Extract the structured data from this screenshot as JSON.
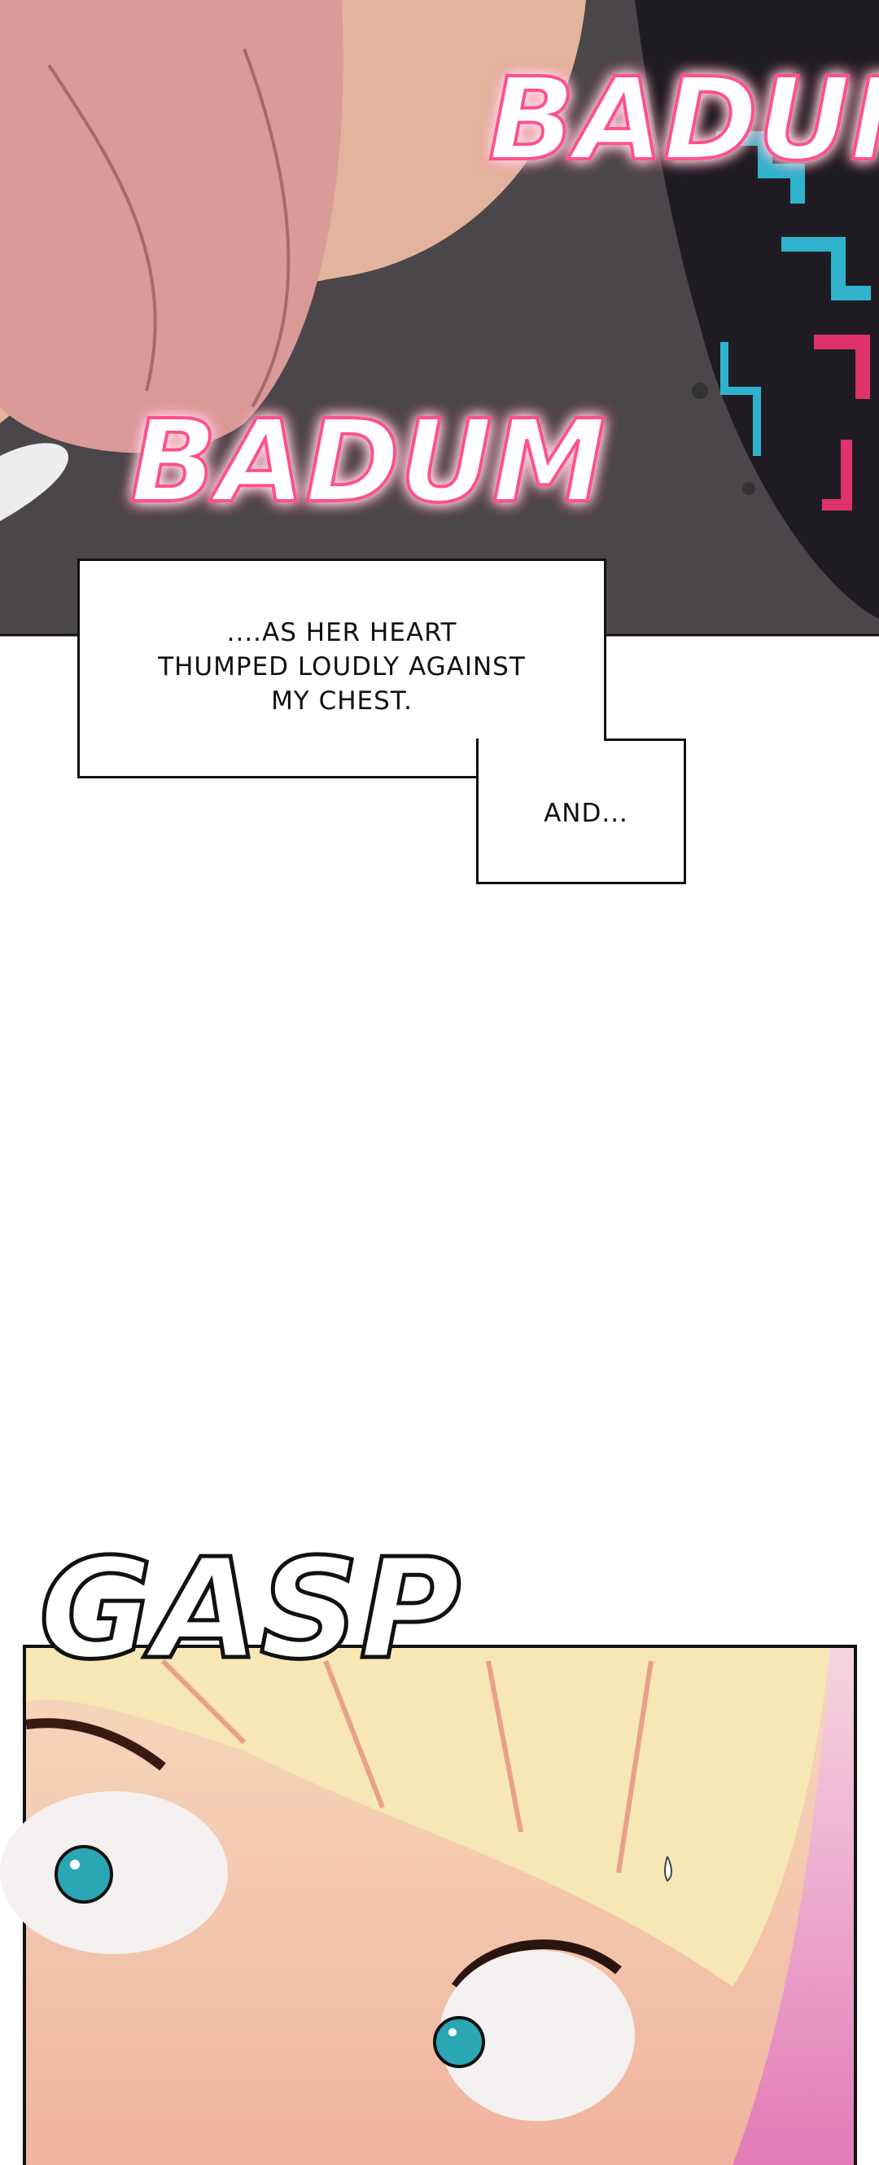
{
  "panel_top": {
    "sfx": [
      "BADUM",
      "BADUM"
    ],
    "caption": {
      "lines": [
        "....AS HER HEART",
        "THUMPED LOUDLY AGAINST",
        "MY CHEST."
      ],
      "continuation": "AND..."
    }
  },
  "panel_bottom": {
    "sfx": "GASP"
  },
  "colors": {
    "dark_bg": "#4b4649",
    "pink_cloth": "#d99a98",
    "skin": "#f3c4a4",
    "circuit_cyan": "#2fb3cc",
    "circuit_pink": "#e0326a",
    "sfx_glow": "#ff4f8f",
    "hair": "#f6e7b4",
    "eye": "#2aa6b5",
    "bg_pink": "#e47bb5"
  }
}
